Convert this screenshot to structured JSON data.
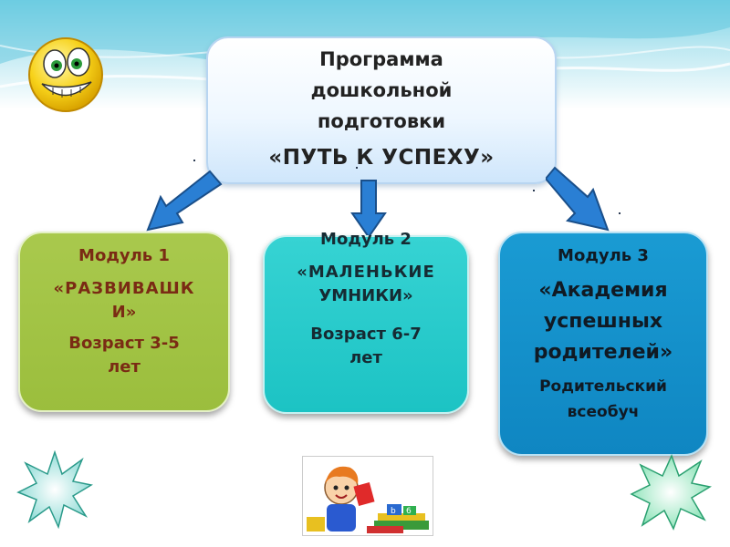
{
  "header": {
    "line1": "Программа",
    "line2": "дошкольной",
    "line3": "подготовки",
    "line4": "«ПУТЬ К УСПЕХУ»"
  },
  "modules": [
    {
      "title": "Модуль 1",
      "name": "«РАЗВИВАШКИ»",
      "name_line1": "«РАЗВИВАШК",
      "name_line2": "И»",
      "age_line1": "Возраст 3-5",
      "age_line2": "лет",
      "color": "#9bbe3d",
      "text_color": "#7a2b14"
    },
    {
      "title": "Модуль 2",
      "name": "«МАЛЕНЬКИЕ УМНИКИ»",
      "name_line1": "«МАЛЕНЬКИЕ",
      "name_line2": "УМНИКИ»",
      "age_line1": "Возраст 6-7",
      "age_line2": "лет",
      "color": "#1cc3c4",
      "text_color": "#162b33"
    },
    {
      "title": "Модуль 3",
      "name_line1": "«Академия",
      "name_line2": "успешных",
      "name_line3": "родителей»",
      "subtitle_line1": "Родительский",
      "subtitle_line2": "всеобуч",
      "color": "#0f86c2",
      "text_color": "#101a24"
    }
  ],
  "decor": {
    "top_band_color": "#7ad3e6",
    "arrow_color": "#2a7fd4",
    "icons": [
      "smiley-face-icon",
      "star-burst-icon",
      "child-with-books-illustration"
    ]
  }
}
